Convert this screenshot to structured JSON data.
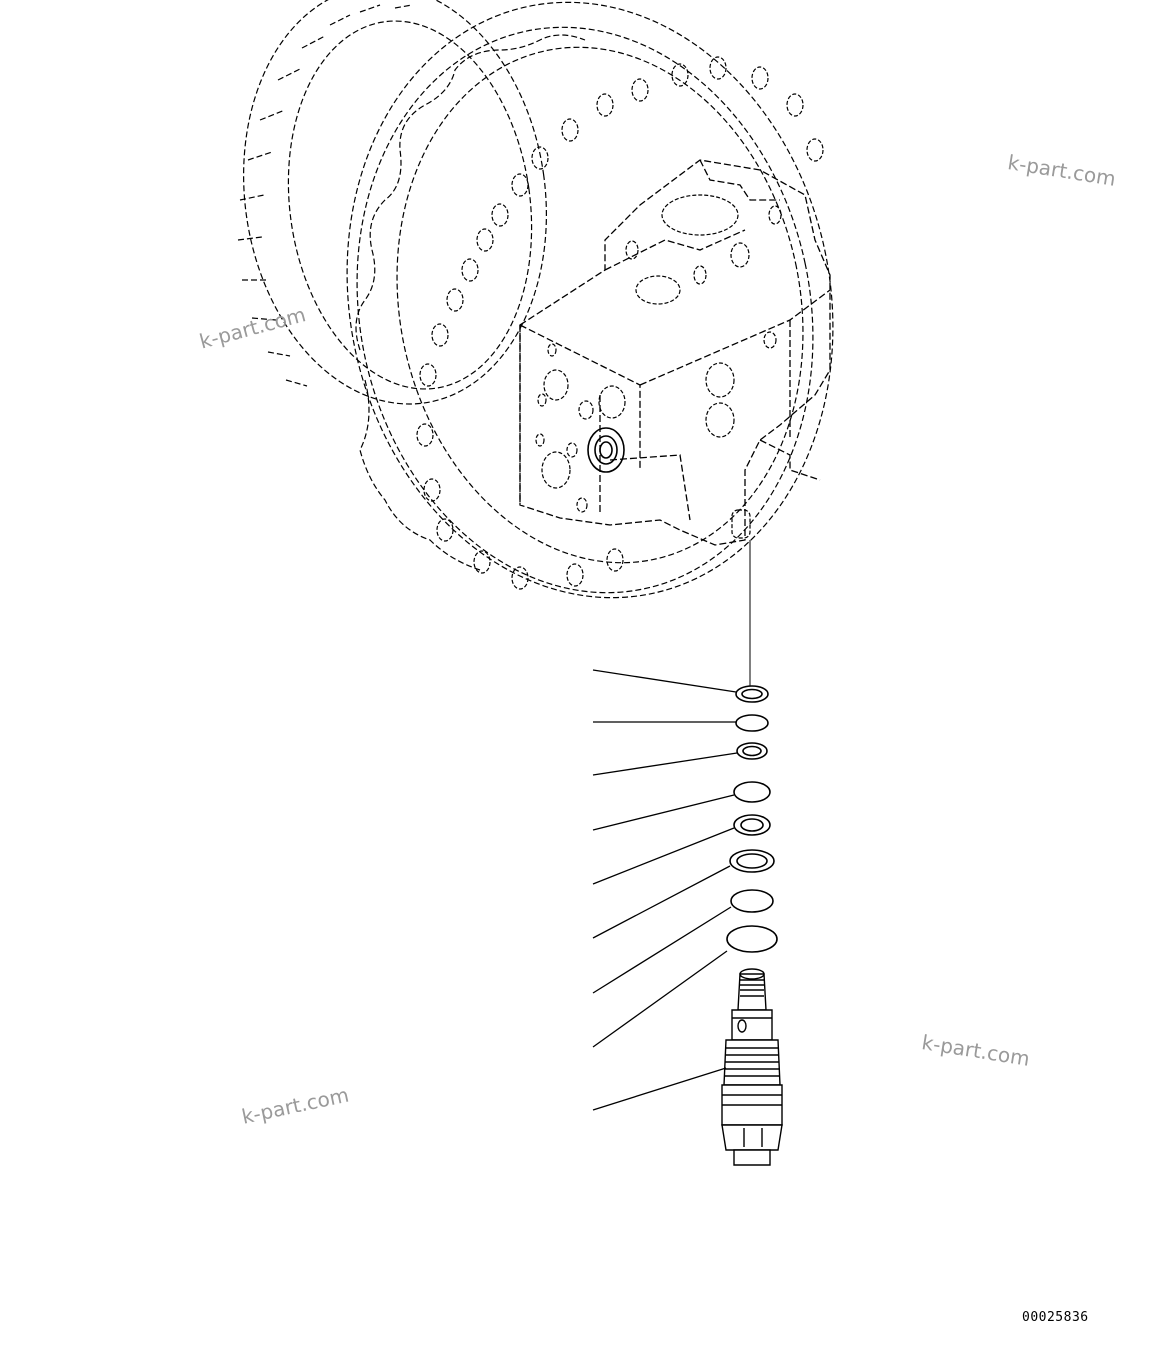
{
  "watermarks": {
    "top_right": "k-part.com",
    "mid_left": "k-part.com",
    "lower_right": "k-part.com",
    "lower_left": "k-part.com"
  },
  "drawing_number": "00025836",
  "colors": {
    "line": "#000000",
    "background": "#ffffff",
    "watermark": "#9a9a9a"
  }
}
